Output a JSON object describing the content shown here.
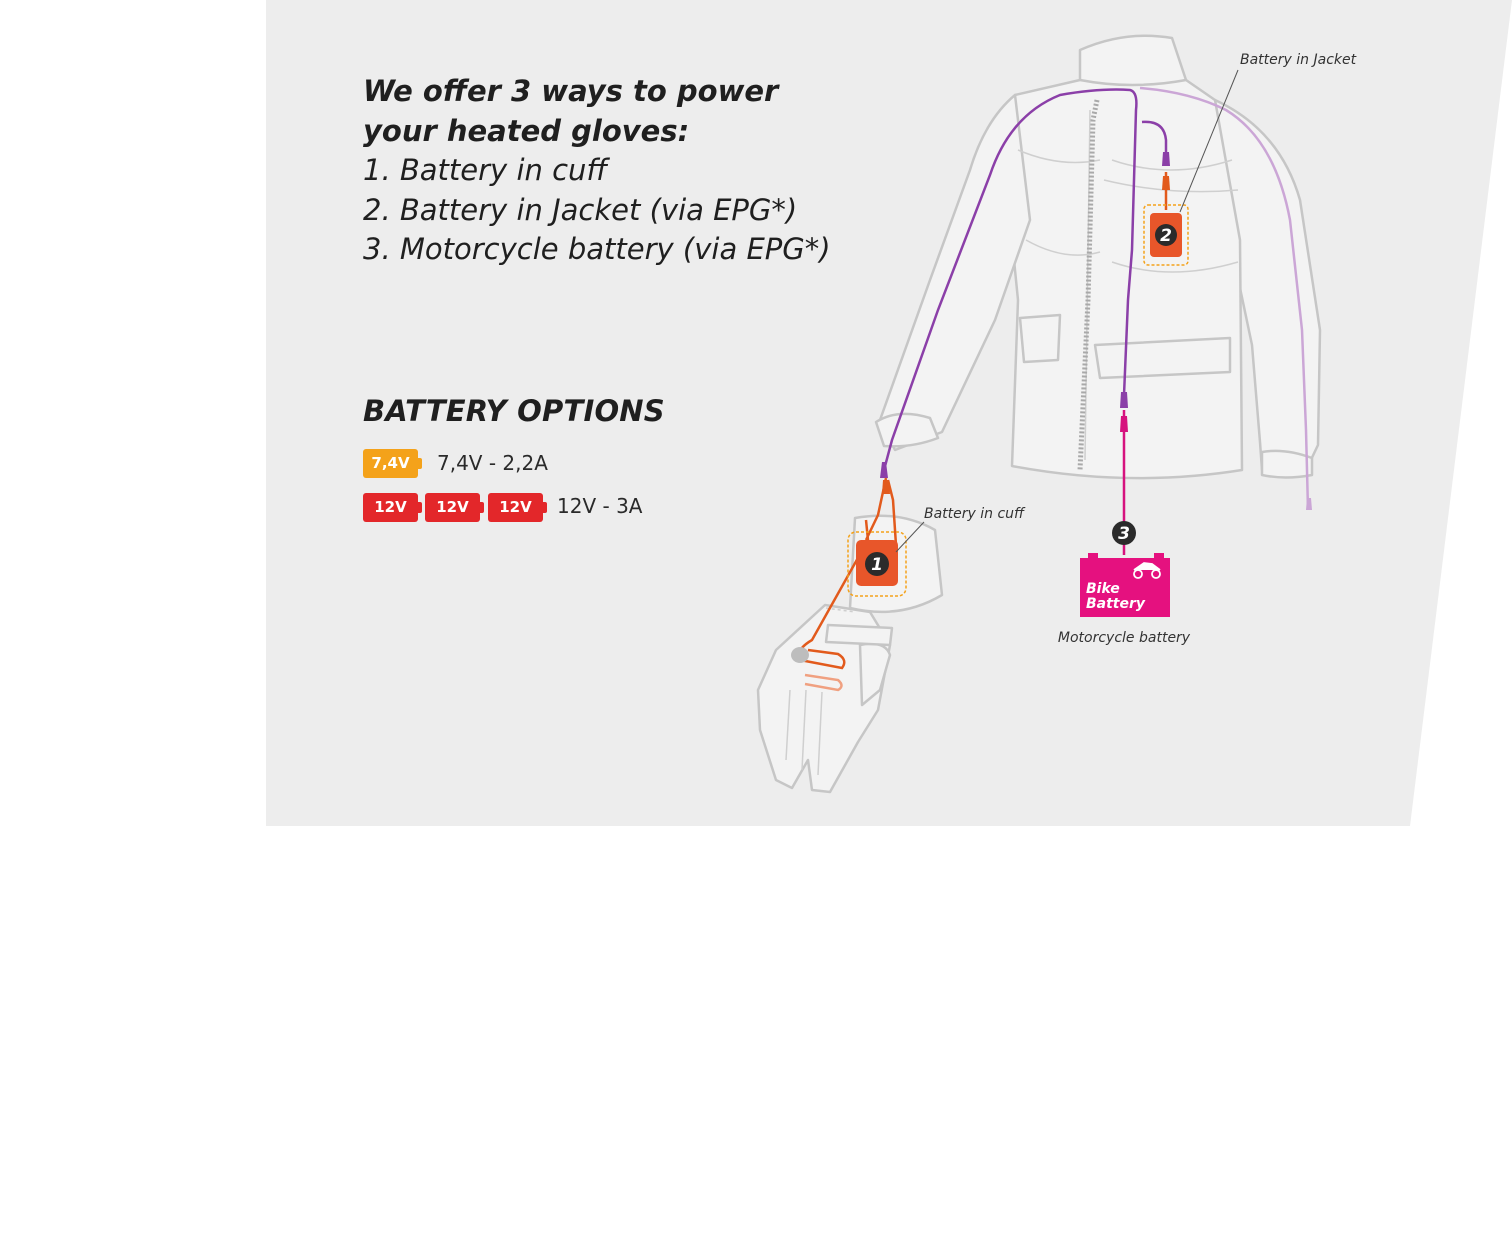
{
  "intro": {
    "heading_line1": "We offer 3 ways to power",
    "heading_line2": "your heated gloves:",
    "options": [
      "1. Battery in cuff",
      "2. Battery in Jacket (via EPG*)",
      "3. Motorcycle battery (via EPG*)"
    ]
  },
  "battery_options": {
    "title": "BATTERY OPTIONS",
    "rows": [
      {
        "badges": [
          "7,4V"
        ],
        "spec": "7,4V - 2,2A",
        "color": "#f4a21a"
      },
      {
        "badges": [
          "12V",
          "12V",
          "12V"
        ],
        "spec": "12V - 3A",
        "color": "#e3272a"
      }
    ]
  },
  "diagram": {
    "callouts": {
      "jacket": "Battery in Jacket",
      "cuff": "Battery in cuff",
      "motorcycle": "Motorcycle battery"
    },
    "markers": {
      "cuff": "1",
      "jacket": "2",
      "motorcycle": "3"
    },
    "bike_battery": {
      "line1": "Bike",
      "line2": "Battery"
    },
    "colors": {
      "panel_bg": "#ededed",
      "cable_purple": "#8b3fa8",
      "cable_orange": "#e25a1c",
      "cable_magenta": "#d6127e",
      "battery_box": "#e8562a",
      "bike_battery": "#e5117f"
    },
    "icons": [
      "jacket-illustration",
      "glove-illustration",
      "motorcycle-icon"
    ]
  }
}
